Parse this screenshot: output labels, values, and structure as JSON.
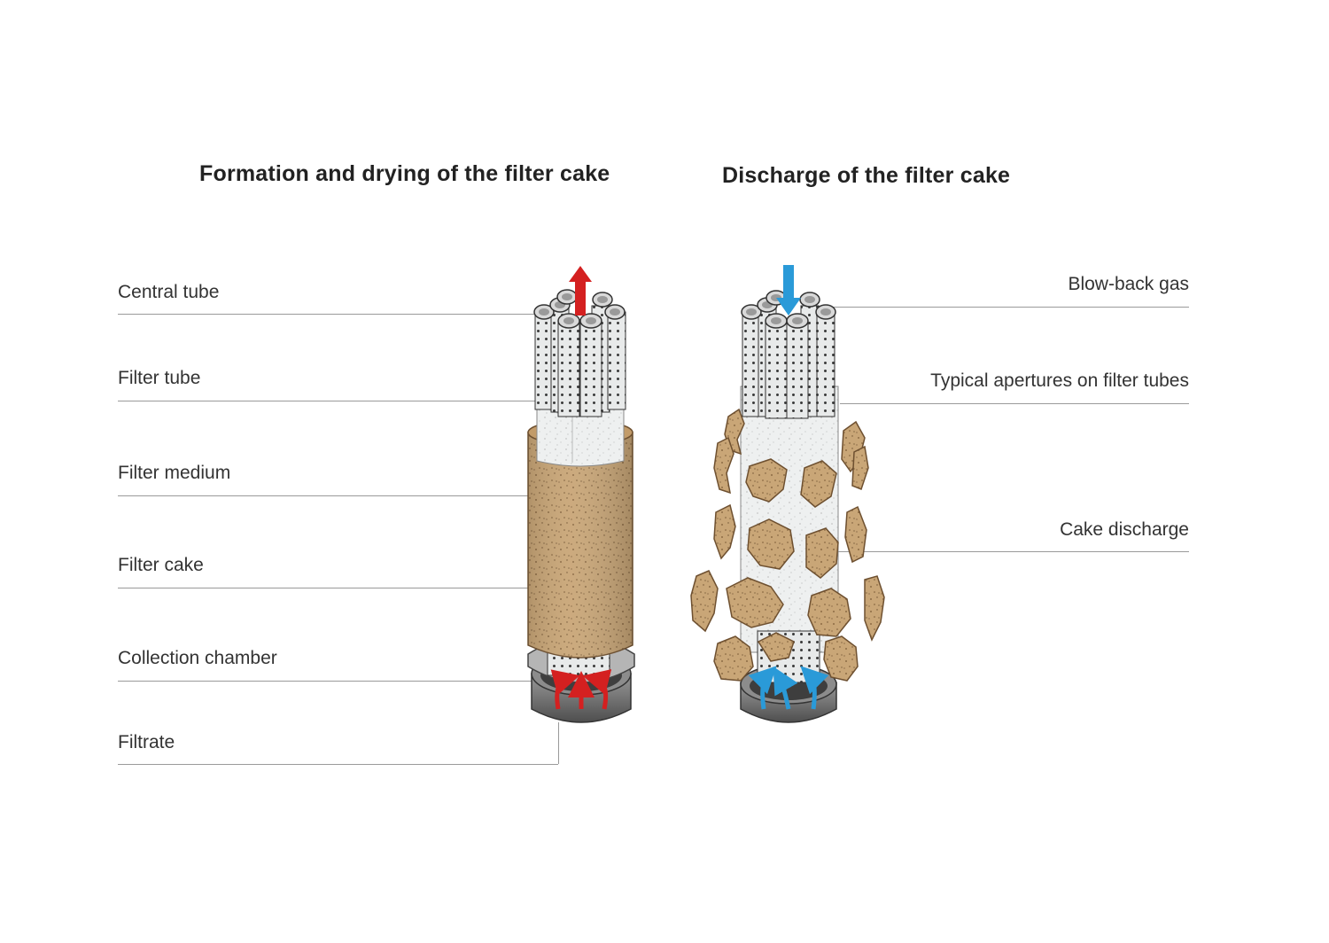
{
  "titles": {
    "left": "Formation and drying of the filter cake",
    "right": "Discharge of the filter cake"
  },
  "left_labels": [
    "Central tube",
    "Filter tube",
    "Filter medium",
    "Filter cake",
    "Collection chamber",
    "Filtrate"
  ],
  "right_labels": [
    "Blow-back gas",
    "Typical apertures on filter tubes",
    "Cake discharge"
  ],
  "colors": {
    "cake": "#c8a578",
    "cake_dark": "#8a6a43",
    "filter_medium": "#eceeee",
    "chamber": "#6b6b6b",
    "flow_filtrate": "#d42020",
    "flow_blowback": "#2a9ad8",
    "leader_line": "#9a9a9a"
  }
}
